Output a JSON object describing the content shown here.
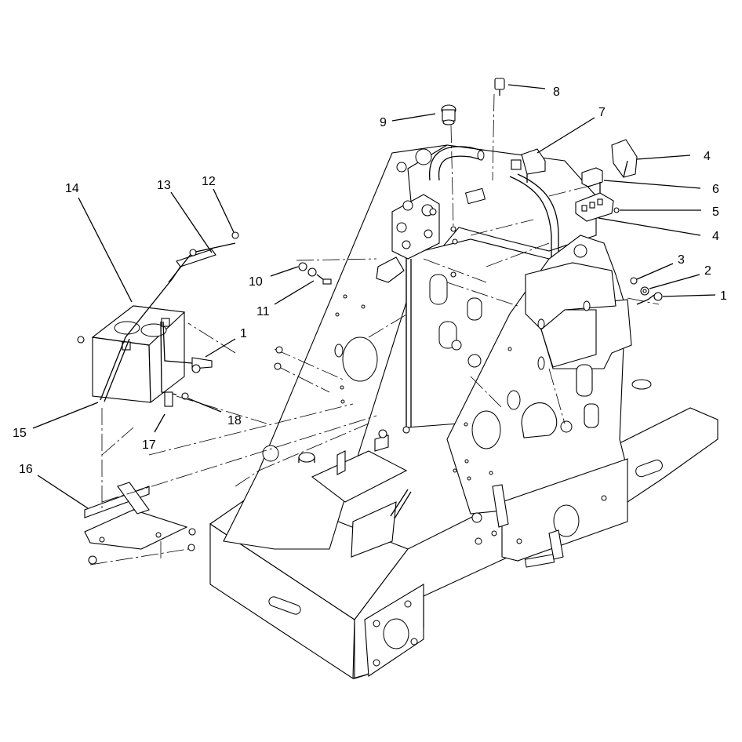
{
  "callouts": [
    {
      "id": "c8",
      "label": "8"
    },
    {
      "id": "c9",
      "label": "9"
    },
    {
      "id": "c7",
      "label": "7"
    },
    {
      "id": "c4a",
      "label": "4"
    },
    {
      "id": "c6",
      "label": "6"
    },
    {
      "id": "c5",
      "label": "5"
    },
    {
      "id": "c4b",
      "label": "4"
    },
    {
      "id": "c3",
      "label": "3"
    },
    {
      "id": "c2",
      "label": "2"
    },
    {
      "id": "c1a",
      "label": "1"
    },
    {
      "id": "c14",
      "label": "14"
    },
    {
      "id": "c13",
      "label": "13"
    },
    {
      "id": "c12",
      "label": "12"
    },
    {
      "id": "c10",
      "label": "10"
    },
    {
      "id": "c11",
      "label": "11"
    },
    {
      "id": "c1b",
      "label": "1"
    },
    {
      "id": "c18",
      "label": "18"
    },
    {
      "id": "c17",
      "label": "17"
    },
    {
      "id": "c15",
      "label": "15"
    },
    {
      "id": "c16",
      "label": "16"
    }
  ]
}
